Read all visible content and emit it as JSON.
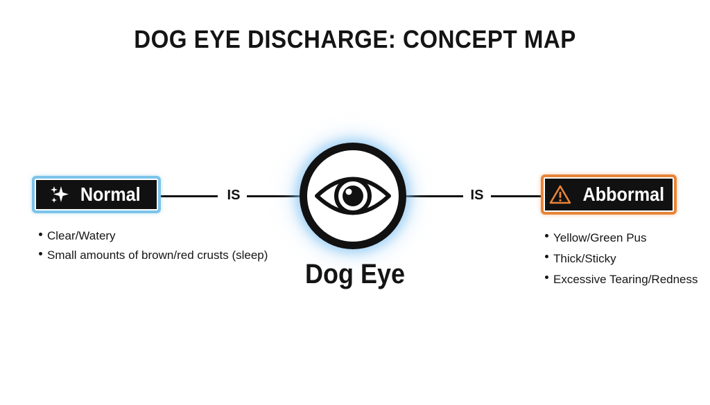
{
  "title": "DOG EYE DISCHARGE: CONCEPT MAP",
  "center": {
    "label": "Dog Eye",
    "icon": "eye-icon"
  },
  "connectors": {
    "left_label": "IS",
    "right_label": "IS"
  },
  "normal": {
    "label": "Normal",
    "icon": "sparkle-icon",
    "border_color": "#7cc4ea",
    "items": [
      "Clear/Watery",
      "Small amounts of brown/red crusts (sleep)"
    ]
  },
  "abnormal": {
    "label": "Abbormal",
    "icon": "warning-icon",
    "border_color": "#e8843a",
    "items": [
      "Yellow/Green Pus",
      "Thick/Sticky",
      "Excessive Tearing/Redness"
    ]
  }
}
